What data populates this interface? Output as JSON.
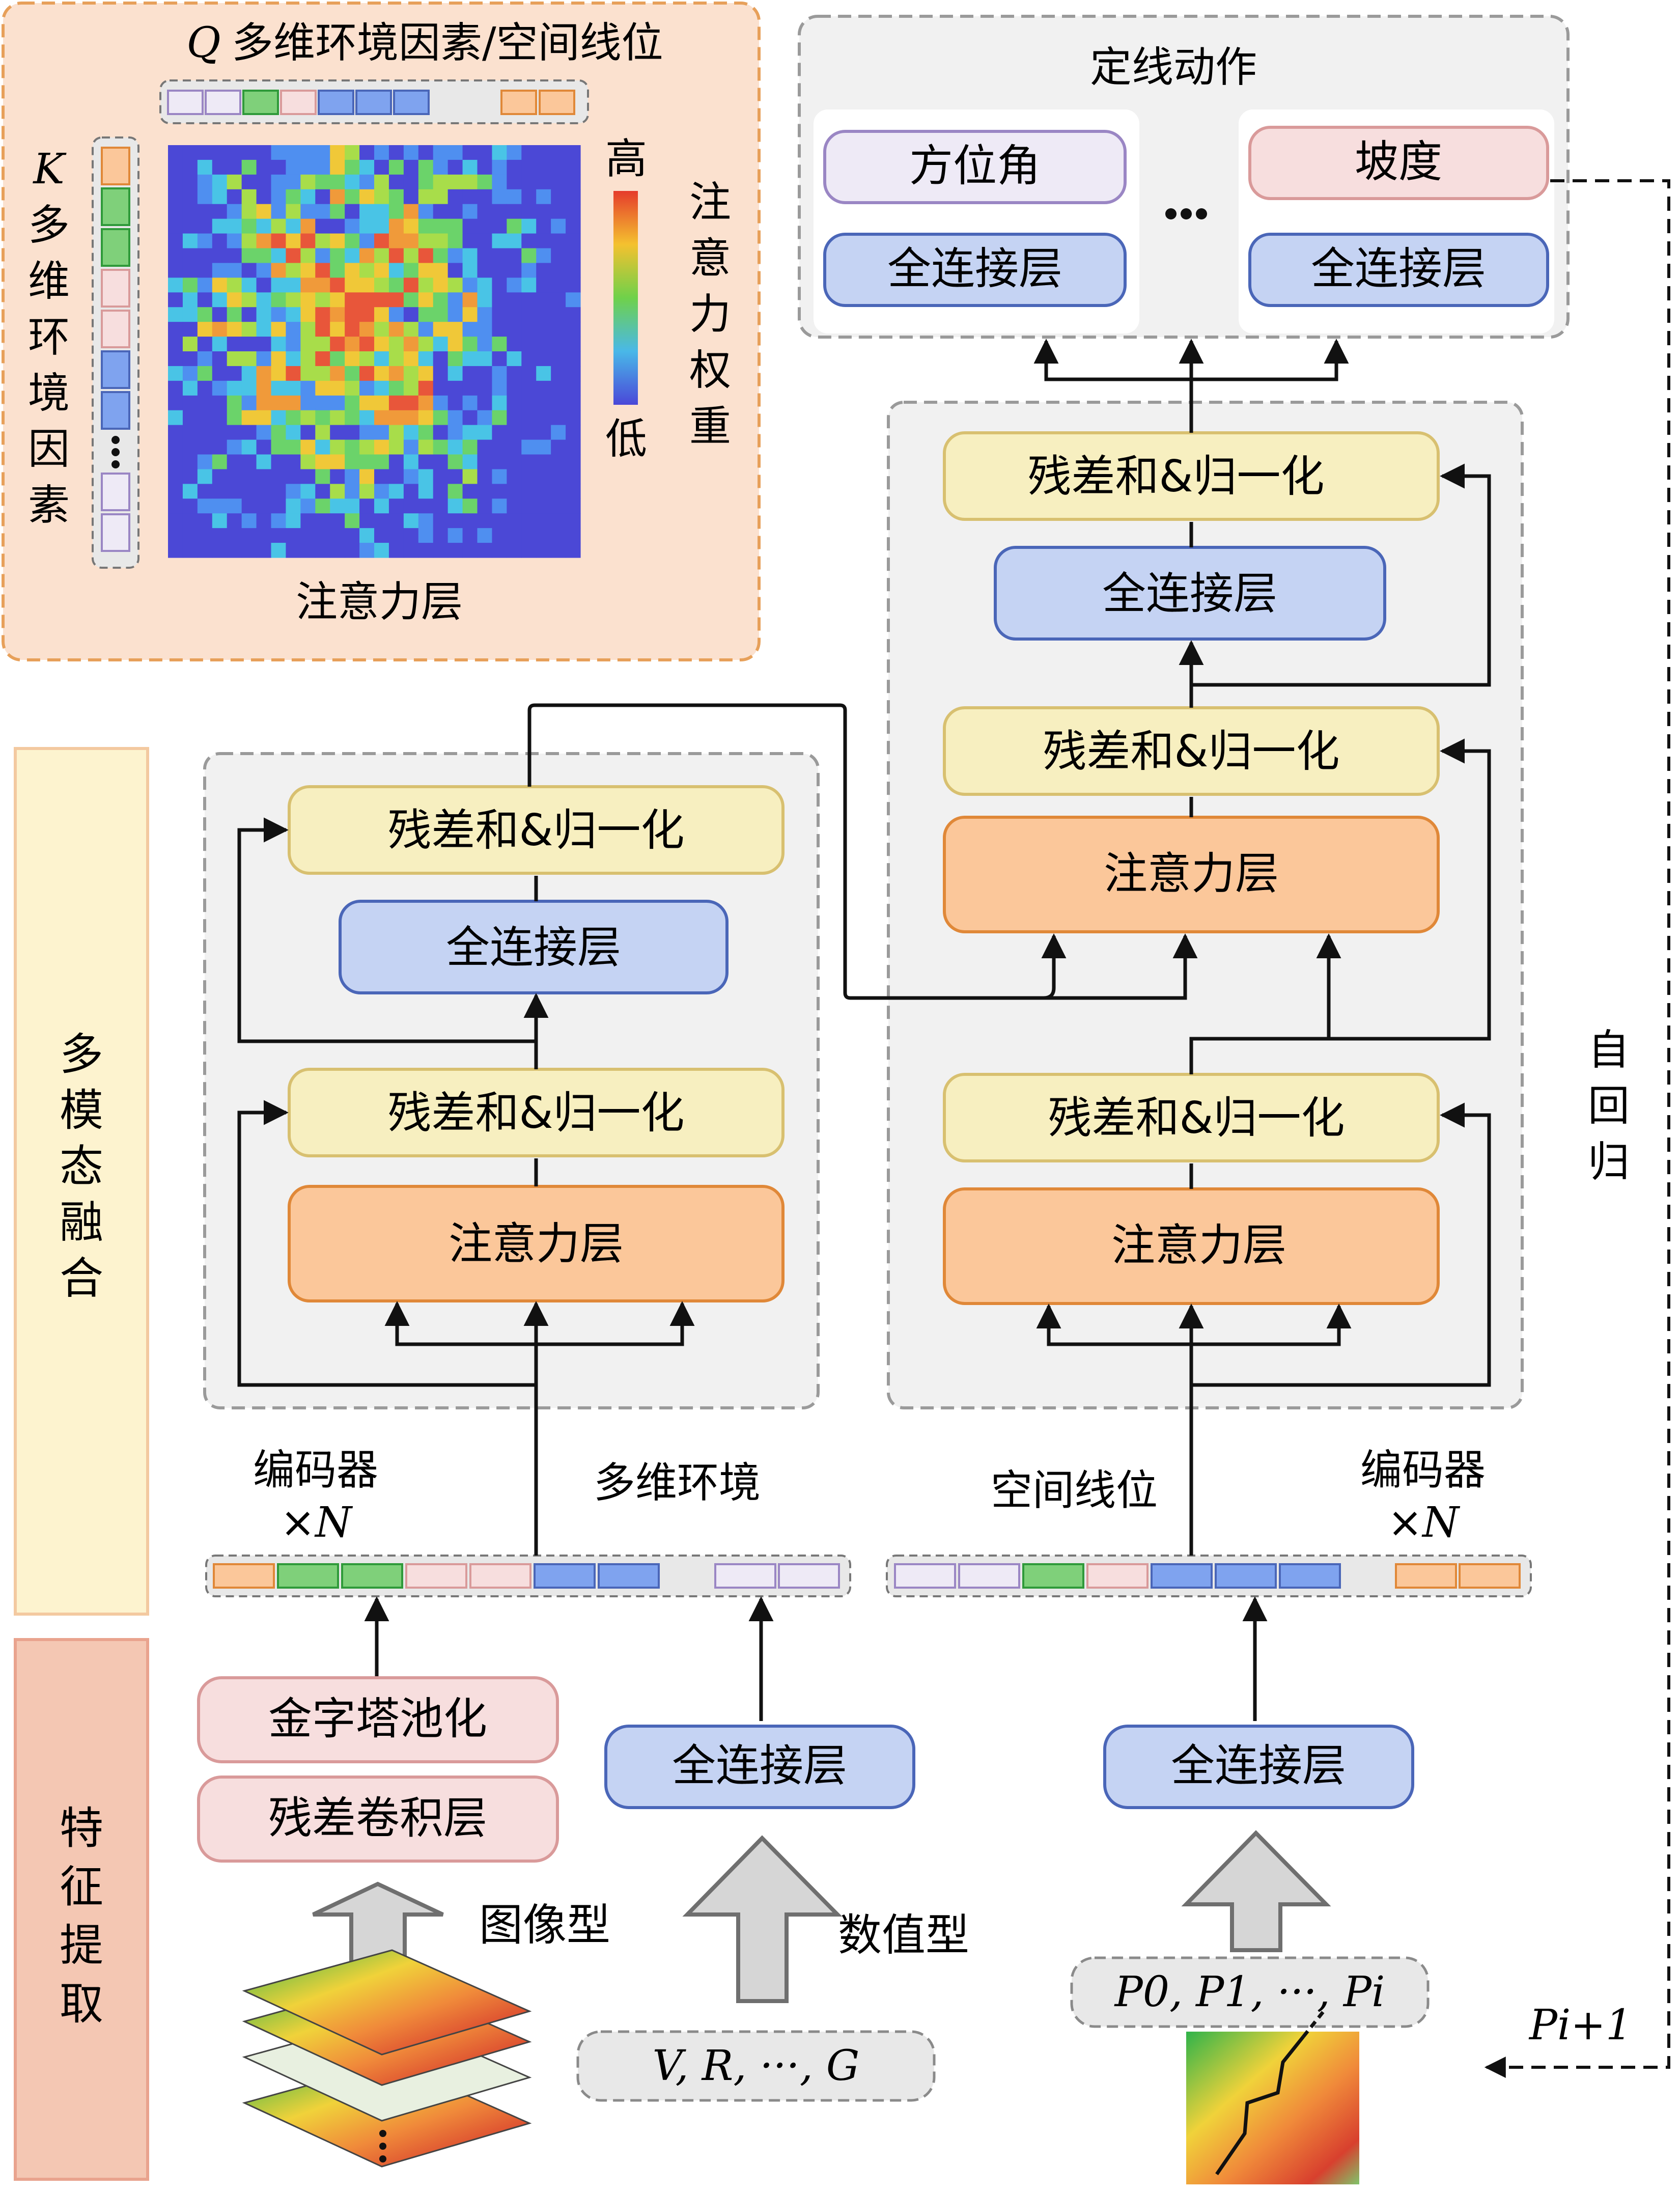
{
  "attention_panel": {
    "title_q": "Q",
    "title_rest": "多维环境因素/空间线位",
    "k_letter": "K",
    "k_label": "多维环境因素",
    "high": "高",
    "low": "低",
    "weight_label": "注意力权重",
    "caption": "注意力层",
    "colors": {
      "panel_bg": "#fbe1cf",
      "panel_border": "#e7a05a"
    }
  },
  "action_panel": {
    "title": "定线动作",
    "left_head": "方位角",
    "left_fc": "全连接层",
    "right_head": "坡度",
    "right_fc": "全连接层"
  },
  "side_labels": {
    "fusion": "多模态融合",
    "feature": "特征提取",
    "autoregressive": "自回归"
  },
  "encoder": {
    "add_norm_top": "残差和&归一化",
    "fc": "全连接层",
    "add_norm_bottom": "残差和&归一化",
    "attention": "注意力层",
    "label": "编码器",
    "times": "×",
    "n": "N",
    "input_label": "多维环境"
  },
  "decoder": {
    "add_norm_top": "残差和&归一化",
    "fc": "全连接层",
    "add_norm_mid": "残差和&归一化",
    "cross_attention": "注意力层",
    "add_norm_bottom": "残差和&归一化",
    "self_attention": "注意力层",
    "label": "编码器",
    "times": "×",
    "n": "N",
    "input_label": "空间线位"
  },
  "feature_extraction": {
    "pyramid_pooling": "金字塔池化",
    "residual_conv": "残差卷积层",
    "image_type": "图像型",
    "fc_numeric": "全连接层",
    "numeric_type": "数值型",
    "numeric_input": "V, R, ···, G",
    "fc_position": "全连接层",
    "position_input": "P0, P1, ···, Pi",
    "next_position": "Pi+1"
  },
  "colors": {
    "yellow_box": "#f7efc0",
    "yellow_border": "#d8c070",
    "blue_box": "#c5d3f3",
    "blue_border": "#4a66b8",
    "orange_box": "#fbc79a",
    "orange_border": "#e08838",
    "pink_box": "#f7dede",
    "pink_border": "#d99a9a",
    "lavender_box": "#eeeaf6",
    "lavender_border": "#9a86c4",
    "gray_panel": "#f1f1f1",
    "gray_border": "#9a9a9a",
    "band_fusion": "#fdf3cf",
    "band_feature": "#f4c7b3"
  }
}
